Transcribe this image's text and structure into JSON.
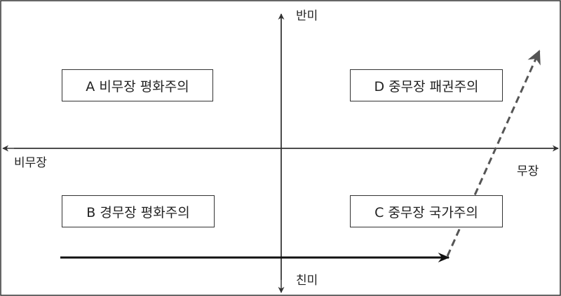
{
  "axes": {
    "top_label": "반미",
    "bottom_label": "친미",
    "left_label": "비무장",
    "right_label": "무장"
  },
  "quadrants": {
    "a": "A 비무장 평화주의",
    "b": "B 경무장 평화주의",
    "c": "C 중무장 국가주의",
    "d": "D 중무장 패권주의"
  },
  "colors": {
    "frame": "#333333",
    "axis": "#333333",
    "path_solid": "#111111",
    "path_dashed": "#555555",
    "text": "#222222"
  }
}
